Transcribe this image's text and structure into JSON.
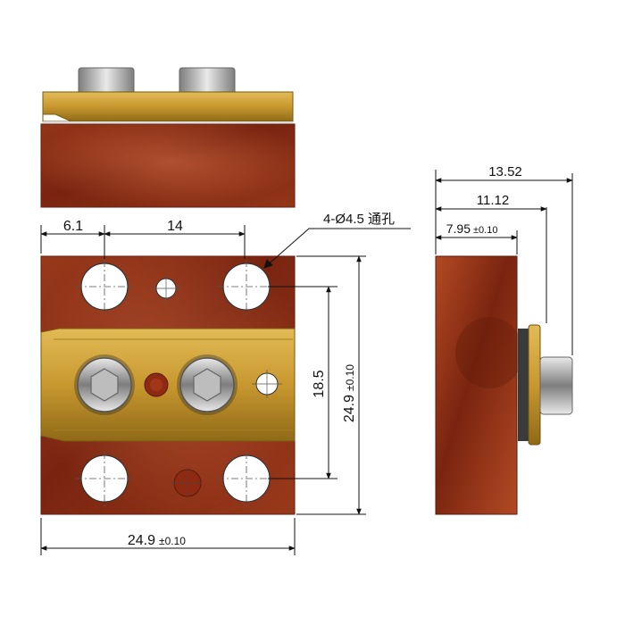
{
  "colors": {
    "copper_dark": "#7a2410",
    "copper_mid": "#b24a23",
    "copper_light": "#d8734a",
    "brass_dark": "#8f6a17",
    "brass_mid": "#c8982f",
    "brass_light": "#e2bb56",
    "steel_dark": "#7d7d7d",
    "steel_light": "#e9e9e9",
    "dim_line": "#111111",
    "hole_fill": "#ffffff"
  },
  "dimensions": {
    "front": {
      "left_offset": "6.1",
      "hole_spacing": "14",
      "hole_callout": "4-Ø4.5 通孔",
      "vertical_hole_spacing": "18.5",
      "height": "24.9",
      "height_tol": "±0.10",
      "width": "24.9",
      "width_tol": "±0.10"
    },
    "side": {
      "overall": "13.52",
      "to_flange": "11.12",
      "body_depth": "7.95",
      "body_depth_tol": "±0.10"
    }
  },
  "icons": {
    "socket_head_screw": "hex-socket-screw-icon",
    "through_hole": "through-hole-icon",
    "threaded_hole": "threaded-hole-icon"
  }
}
